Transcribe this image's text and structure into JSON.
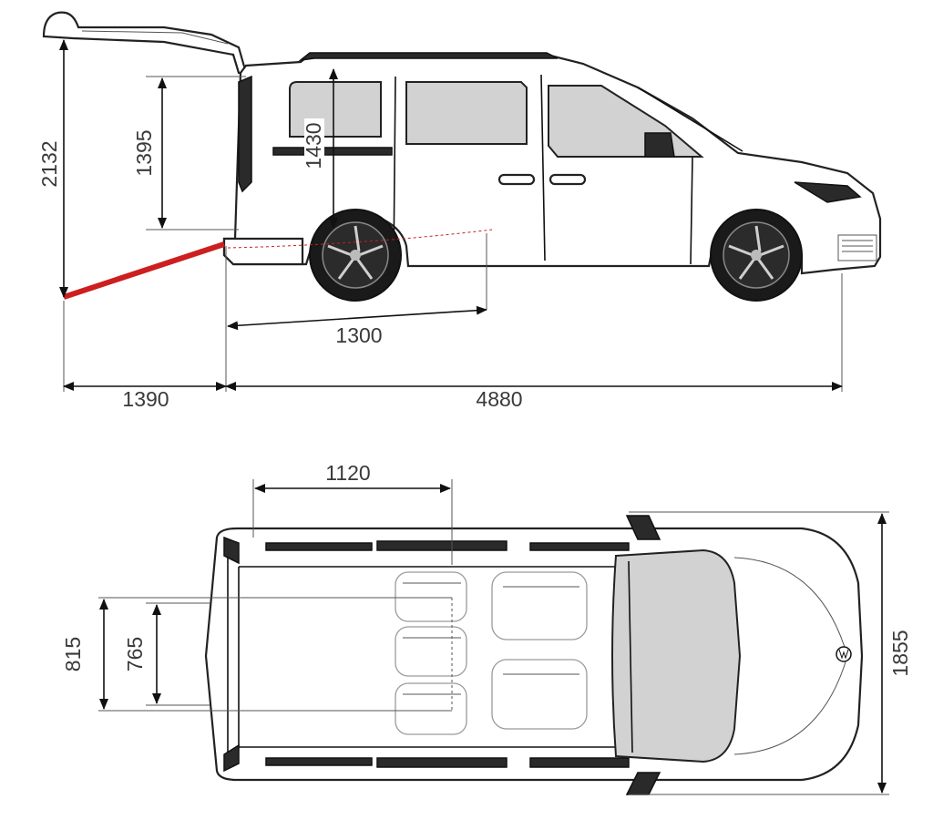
{
  "side_view": {
    "dimensions": {
      "total_height_open_tailgate": "2132",
      "opening_height": "1395",
      "interior_height": "1430",
      "load_floor_length": "1300",
      "tailgate_overhang": "1390",
      "overall_length": "4880"
    }
  },
  "top_view": {
    "dimensions": {
      "sliding_door_width": "1120",
      "rear_opening_width_top": "815",
      "rear_opening_width_bottom": "765",
      "overall_width": "1855"
    }
  },
  "colors": {
    "line": "#111111",
    "text": "#3a3a3a",
    "glass": "#d2d2d2",
    "wheel": "#1a1a1a",
    "angle_line": "#cc1f1f"
  },
  "icons": {
    "vehicle_side": "van-side-view",
    "vehicle_top": "van-top-view",
    "badge": "vw-logo"
  }
}
